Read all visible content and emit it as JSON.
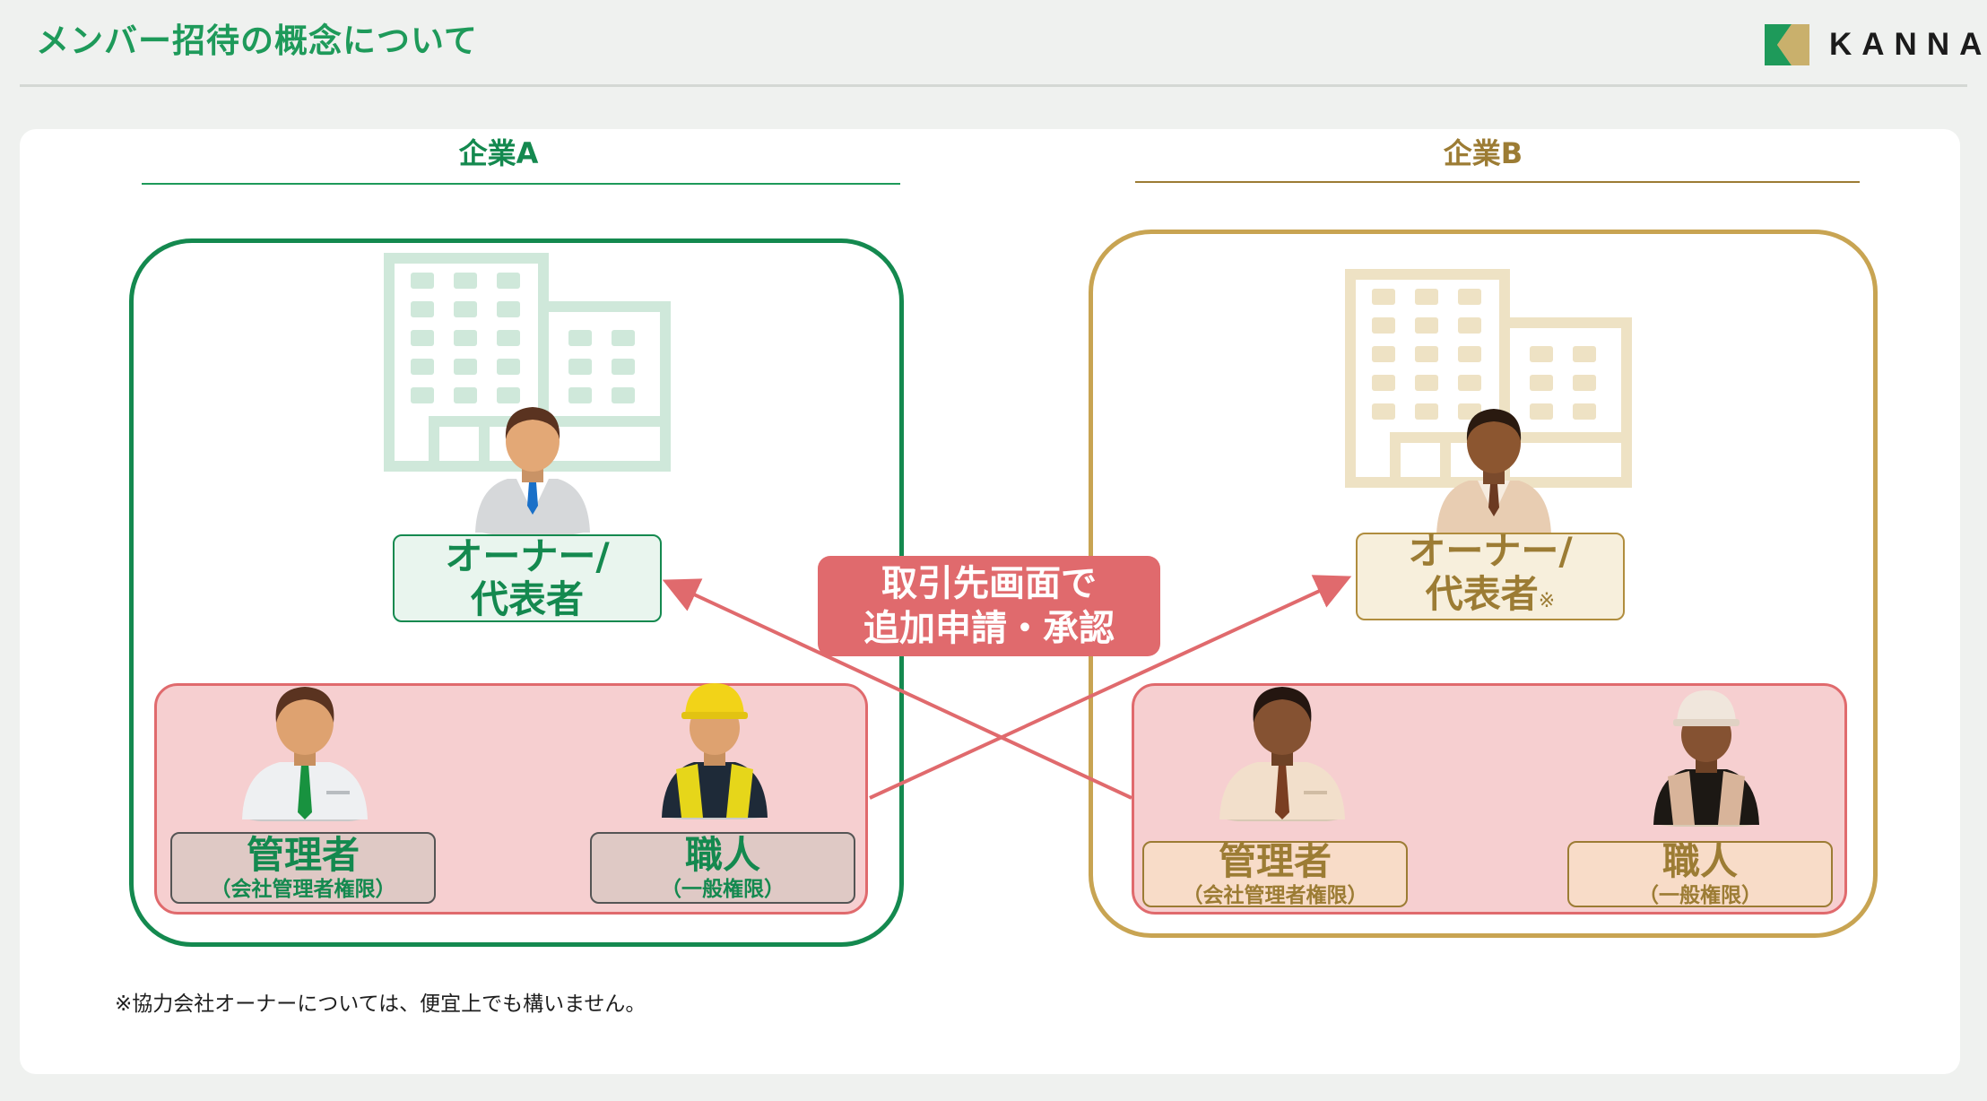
{
  "header": {
    "title": "メンバー招待の概念について",
    "logo_text": "KANNA"
  },
  "colors": {
    "company_a": "#14894f",
    "company_b": "#c8a452",
    "member_group": "#f6cfd0",
    "flow_accent": "#e06a6d"
  },
  "company_a": {
    "title": "企業A",
    "building_icon": "office-building-icon",
    "owner": {
      "title_line1": "オーナー/",
      "title_line2": "代表者",
      "icon": "businessman-icon"
    },
    "members": [
      {
        "title": "管理者",
        "sub": "（会社管理者権限）",
        "icon": "office-worker-icon"
      },
      {
        "title": "職人",
        "sub": "（一般権限）",
        "icon": "construction-worker-icon"
      }
    ]
  },
  "company_b": {
    "title": "企業B",
    "building_icon": "office-building-icon",
    "owner": {
      "title_line1": "オーナー/",
      "title_line2": "代表者",
      "mark": "※",
      "icon": "businessman-icon"
    },
    "members": [
      {
        "title": "管理者",
        "sub": "（会社管理者権限）",
        "icon": "office-worker-icon"
      },
      {
        "title": "職人",
        "sub": "（一般権限）",
        "icon": "construction-worker-icon"
      }
    ]
  },
  "flow_label": {
    "line1": "取引先画面で",
    "line2": "追加申請・承認"
  },
  "footnote": "※協力会社オーナーについては、便宜上でも構いません。"
}
